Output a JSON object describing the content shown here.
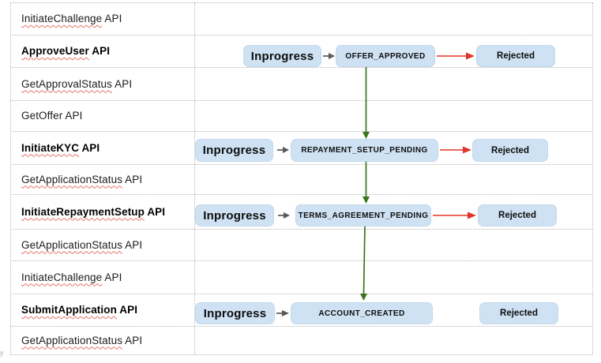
{
  "rows": [
    {
      "name": "InitiateChallenge",
      "suffix": " API"
    },
    {
      "name": "ApproveUser",
      "suffix": " API"
    },
    {
      "name": "GetApprovalStatus",
      "suffix": " API"
    },
    {
      "name": "GetOffer",
      "suffix": " API"
    },
    {
      "name": "InitiateKYC",
      "suffix": " API"
    },
    {
      "name": "GetApplicationStatus",
      "suffix": " API"
    },
    {
      "name": "InitiateRepaymentSetup",
      "suffix": " API"
    },
    {
      "name": "GetApplicationStatus",
      "suffix": " API"
    },
    {
      "name": "InitiateChallenge",
      "suffix": " API"
    },
    {
      "name": "SubmitApplication",
      "suffix": " API"
    },
    {
      "name": "GetApplicationStatus",
      "suffix": " API"
    }
  ],
  "flows": [
    {
      "inprogress": "Inprogress",
      "state": "OFFER_APPROVED",
      "rejected": "Rejected"
    },
    {
      "inprogress": "Inprogress",
      "state": "REPAYMENT_SETUP_PENDING",
      "rejected": "Rejected"
    },
    {
      "inprogress": "Inprogress",
      "state": "TERMS_AGREEMENT_PENDING",
      "rejected": "Rejected"
    },
    {
      "inprogress": "Inprogress",
      "state": "ACCOUNT_CREATED",
      "rejected": "Rejected"
    }
  ],
  "colors": {
    "box_fill": "#cfe2f3",
    "green_arrow": "#38761d",
    "red_arrow": "#e03427",
    "gray_arrow": "#595959",
    "grid_line": "#b7b7b7",
    "spellcheck_underline": "#e57368"
  },
  "stray_text": "y"
}
